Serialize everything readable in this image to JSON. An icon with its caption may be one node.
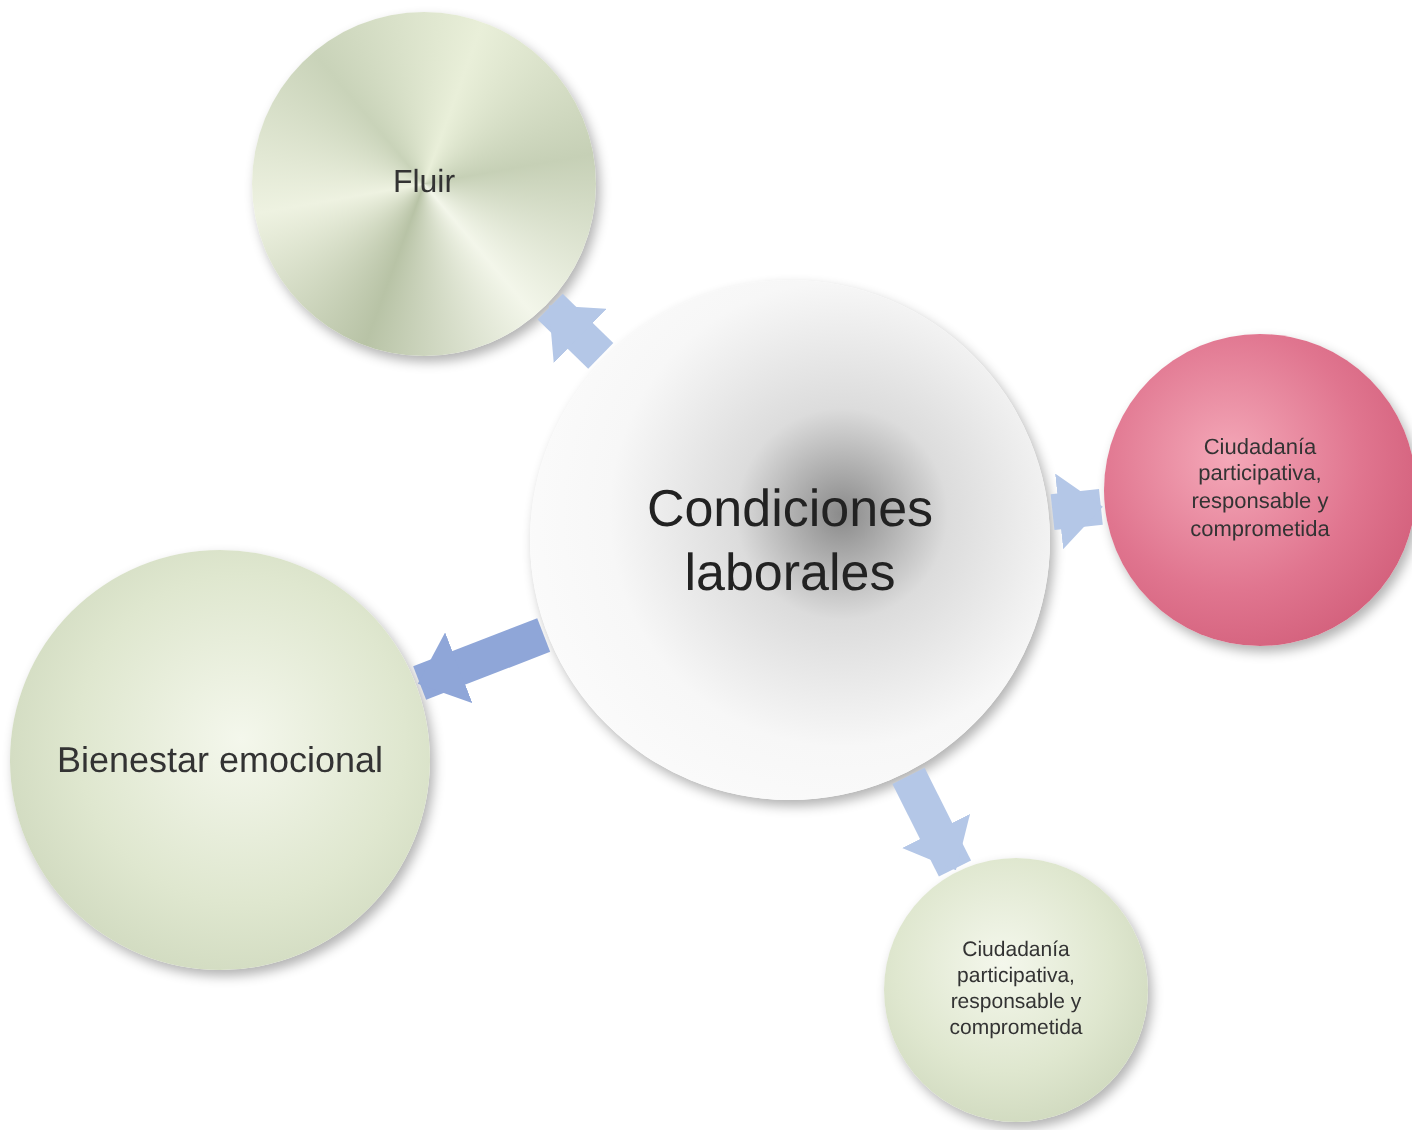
{
  "diagram": {
    "nodes": [
      {
        "text": [
          "Condiciones laborales"
        ]
      },
      {
        "text": [
          "Fluir"
        ]
      },
      {
        "text": [
          "Ciudadanía participativa, responsable y comprometida"
        ]
      },
      {
        "text": [
          "Bienestar emocional"
        ]
      },
      {
        "text": [
          "Ciudadanía participativa, responsable y comprometida"
        ]
      }
    ],
    "edges": [
      {
        "from": 0,
        "to": 1,
        "arrow": "to"
      },
      {
        "from": 0,
        "to": 2,
        "arrow": "to"
      },
      {
        "from": 0,
        "to": 3,
        "arrow": "to",
        "color": "#8fa6d8"
      },
      {
        "from": 0,
        "to": 4,
        "arrow": "to"
      }
    ]
  }
}
